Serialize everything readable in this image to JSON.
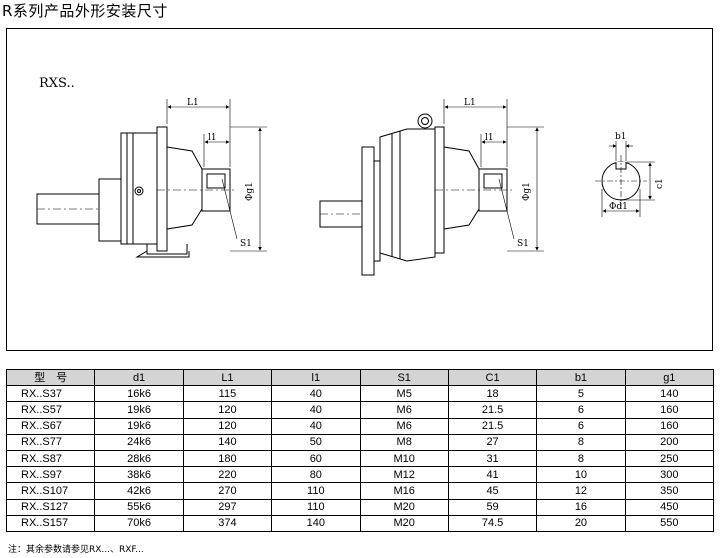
{
  "title": "R系列产品外形安装尺寸",
  "drawing": {
    "series_code": "RXS..",
    "label_L1": "L1",
    "label_l1": "l1",
    "label_g1": "Φg1",
    "label_S1": "S1",
    "label_b1": "b1",
    "label_c1": "c1",
    "label_d1": "Φd1"
  },
  "table": {
    "headers": [
      "型　号",
      "d1",
      "L1",
      "l1",
      "S1",
      "C1",
      "b1",
      "g1"
    ],
    "rows": [
      [
        "RX..S37",
        "16k6",
        "115",
        "40",
        "M5",
        "18",
        "5",
        "140"
      ],
      [
        "RX..S57",
        "19k6",
        "120",
        "40",
        "M6",
        "21.5",
        "6",
        "160"
      ],
      [
        "RX..S67",
        "19k6",
        "120",
        "40",
        "M6",
        "21.5",
        "6",
        "160"
      ],
      [
        "RX..S77",
        "24k6",
        "140",
        "50",
        "M8",
        "27",
        "8",
        "200"
      ],
      [
        "RX..S87",
        "28k6",
        "180",
        "60",
        "M10",
        "31",
        "8",
        "250"
      ],
      [
        "RX..S97",
        "38k6",
        "220",
        "80",
        "M12",
        "41",
        "10",
        "300"
      ],
      [
        "RX..S107",
        "42k6",
        "270",
        "110",
        "M16",
        "45",
        "12",
        "350"
      ],
      [
        "RX..S127",
        "55k6",
        "297",
        "110",
        "M20",
        "59",
        "16",
        "450"
      ],
      [
        "RX..S157",
        "70k6",
        "374",
        "140",
        "M20",
        "74.5",
        "20",
        "550"
      ]
    ]
  },
  "footnote": "注：其余参数请参见RX...、RXF..."
}
